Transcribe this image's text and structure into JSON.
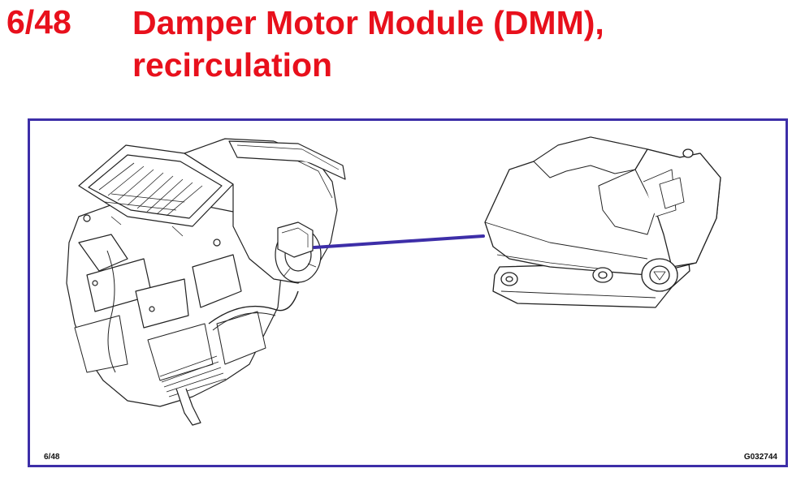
{
  "header": {
    "slide_number": "6/48",
    "title_line_1": "Damper Motor Module (DMM),",
    "title_line_2": "recirculation"
  },
  "figure": {
    "caption_left": "6/48",
    "caption_right": "G032744",
    "frame_color": "#3d2ea8",
    "leader_line_color": "#3d2ea8"
  },
  "colors": {
    "title": "#e8101c"
  }
}
